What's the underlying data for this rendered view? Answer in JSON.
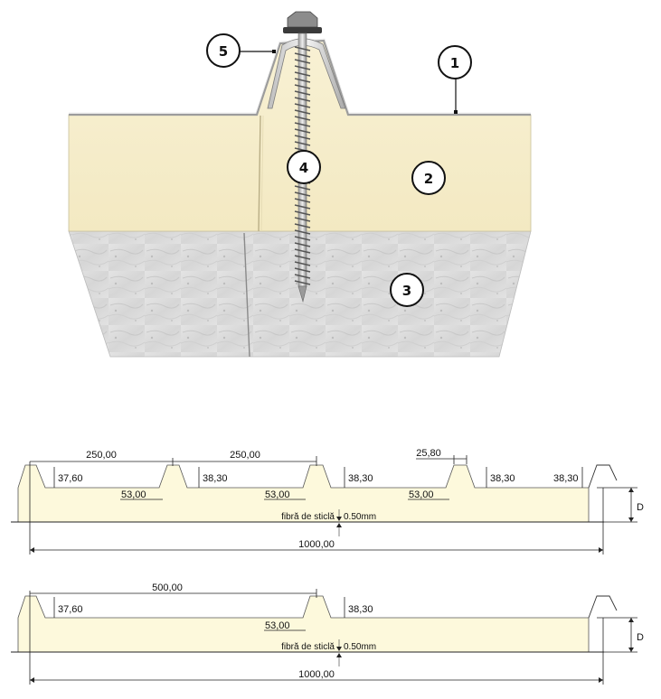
{
  "top_diagram": {
    "callouts": [
      {
        "id": "callout-1",
        "label": "1"
      },
      {
        "id": "callout-2",
        "label": "2"
      },
      {
        "id": "callout-3",
        "label": "3"
      },
      {
        "id": "callout-4",
        "label": "4"
      },
      {
        "id": "callout-5",
        "label": "5"
      }
    ]
  },
  "profile_a": {
    "rib_spacing_1": "250,00",
    "rib_spacing_2": "250,00",
    "rib_top_width": "25,80",
    "rib_height_first": "37,60",
    "rib_height_2": "38,30",
    "rib_height_3": "38,30",
    "rib_height_4": "38,30",
    "rib_height_end": "38,30",
    "valley_width_1": "53,00",
    "valley_width_2": "53,00",
    "valley_width_3": "53,00",
    "facing_note": "fibră de sticlă",
    "facing_thickness": "0.50mm",
    "thickness_label": "D",
    "total_width": "1000,00"
  },
  "profile_b": {
    "rib_spacing": "500,00",
    "rib_height_first": "37,60",
    "rib_height_2": "38,30",
    "valley_width": "53,00",
    "facing_note": "fibră de sticlă",
    "facing_thickness": "0.50mm",
    "thickness_label": "D",
    "total_width": "1000,00"
  }
}
